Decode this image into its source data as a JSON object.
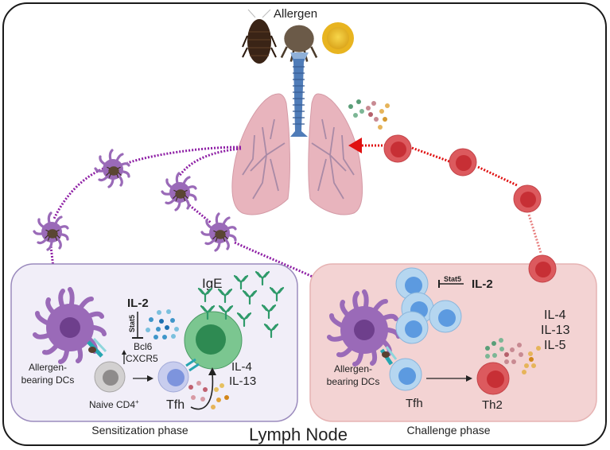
{
  "figure": {
    "title": "Lymph Node",
    "allergen_label": "Allergen",
    "allergen_sources": [
      "cockroach",
      "house-dust-mite",
      "pollen"
    ],
    "colors": {
      "frame": "#1a1a1a",
      "sensitization_bg": "#f1eef8",
      "sensitization_border": "#9b8bbd",
      "challenge_bg": "#f3d3d3",
      "challenge_border": "#e6b3b3",
      "dc_purple": "#9a6ab8",
      "dc_arrow": "#8e1fa5",
      "th2_red": "#d9484d",
      "th2_arrow": "#e01010",
      "tfh_blue": "#a8cdee",
      "bcell_green": "#6bbf84",
      "trachea_blue": "#4f7cb8",
      "lung_pink": "#e8b4bd"
    }
  },
  "sensitization": {
    "phase_label": "Sensitization phase",
    "dc_label_line1": "Allergen-",
    "dc_label_line2": "bearing DCs",
    "naive_label": "Naive CD4",
    "naive_sup": "+",
    "tfh_label": "Tfh",
    "il2_label": "IL-2",
    "stat5_label": "Stat5",
    "bcl6_label": "Bcl6",
    "cxcr5_label": "CXCR5",
    "ige_label": "IgE",
    "cytokine_line1": "IL-4",
    "cytokine_line2": "IL-13"
  },
  "challenge": {
    "phase_label": "Challenge phase",
    "dc_label_line1": "Allergen-",
    "dc_label_line2": "bearing DCs",
    "tfh_label": "Tfh",
    "th2_label": "Th2",
    "stat5_label": "Stat5",
    "il2_label": "IL-2",
    "cytokine_line1": "IL-4",
    "cytokine_line2": "IL-13",
    "cytokine_line3": "IL-5"
  }
}
